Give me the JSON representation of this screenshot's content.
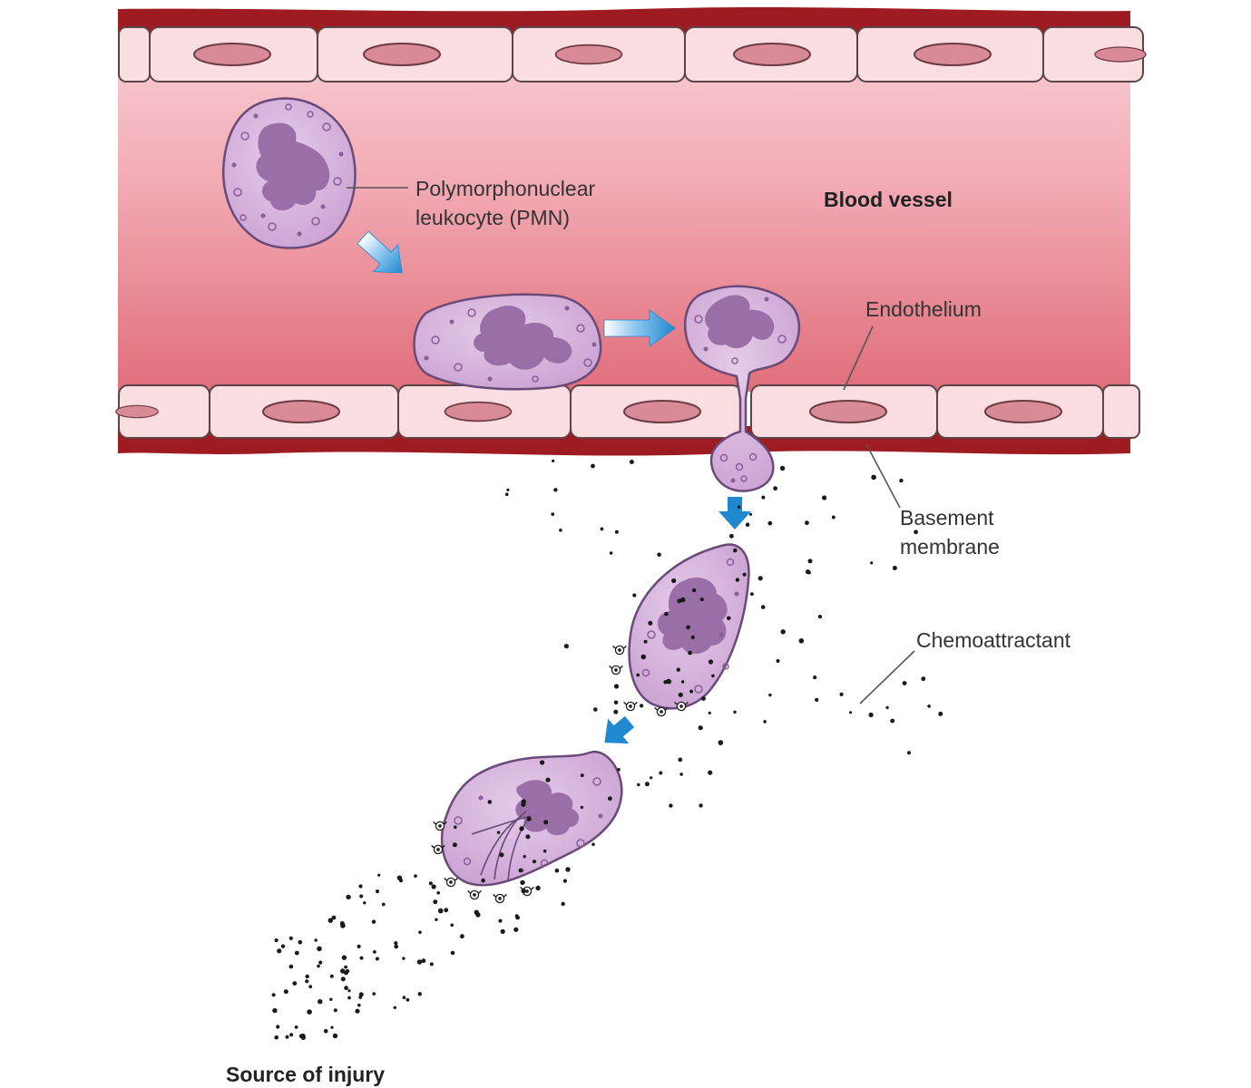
{
  "labels": {
    "pmn_line1": "Polymorphonuclear",
    "pmn_line2": "leukocyte (PMN)",
    "blood_vessel": "Blood vessel",
    "endothelium": "Endothelium",
    "basement_line1": "Basement",
    "basement_line2": "membrane",
    "chemoattractant": "Chemoattractant",
    "source_of_injury": "Source of injury"
  },
  "colors": {
    "lumen": "#e57d87",
    "basement_membrane": "#9e1b22",
    "endothelial_cell": "#f9dde1",
    "cell_nucleus": "#d97e8d",
    "leukocyte": "#d7b5dc",
    "leukocyte_nucleus": "#9a6fa8",
    "arrow": "#1f88cf",
    "chemoattractant_dot": "#1a1a1a"
  },
  "icons": {
    "migration_arrow": "arrow-icon",
    "receptor": "receptor-icon"
  }
}
